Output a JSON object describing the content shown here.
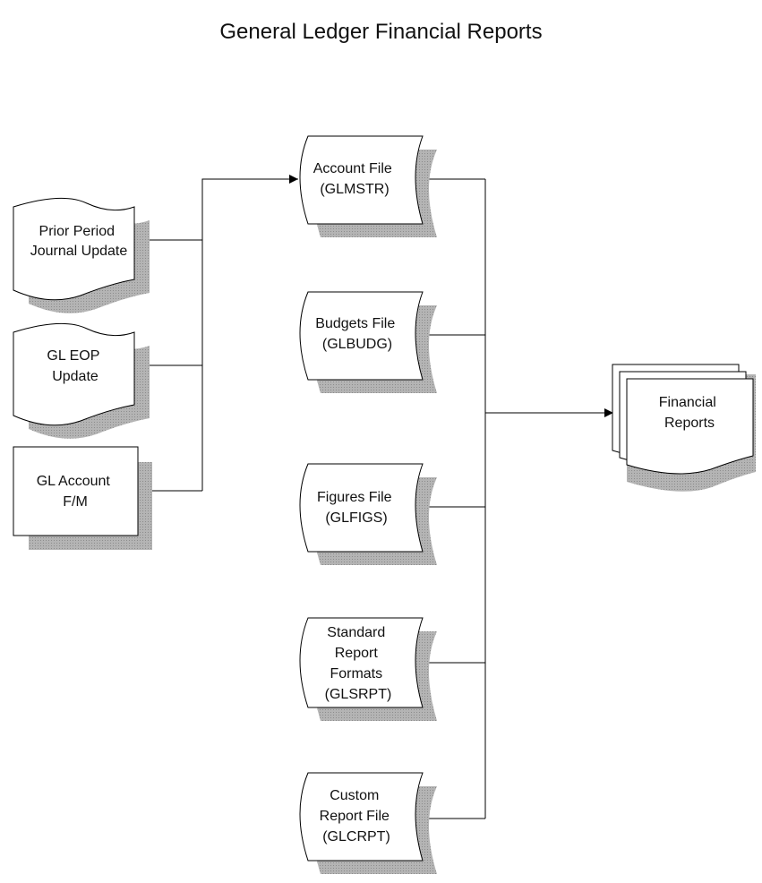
{
  "title": "General Ledger Financial Reports",
  "colors": {
    "stroke": "#000000",
    "shadow": "#a8a8a8",
    "fill": "#ffffff",
    "text": "#111111"
  },
  "nodes": {
    "prior_period": {
      "shape": "document",
      "lines": [
        "Prior Period",
        "Journal Update"
      ]
    },
    "gl_eop": {
      "shape": "document",
      "lines": [
        "GL EOP",
        "Update"
      ]
    },
    "gl_account_fm": {
      "shape": "process",
      "lines": [
        "GL Account",
        "F/M"
      ]
    },
    "account_file": {
      "shape": "stored-data",
      "lines": [
        "Account File",
        "(GLMSTR)"
      ]
    },
    "budgets_file": {
      "shape": "stored-data",
      "lines": [
        "Budgets File",
        "(GLBUDG)"
      ]
    },
    "figures_file": {
      "shape": "stored-data",
      "lines": [
        "Figures File",
        "(GLFIGS)"
      ]
    },
    "standard_report_formats": {
      "shape": "stored-data",
      "lines": [
        "Standard",
        "Report",
        "Formats",
        "(GLSRPT)"
      ]
    },
    "custom_report_file": {
      "shape": "stored-data",
      "lines": [
        "Custom",
        "Report File",
        "(GLCRPT)"
      ]
    },
    "financial_reports": {
      "shape": "multi-document",
      "lines": [
        "Financial",
        "Reports"
      ]
    }
  },
  "edges": [
    {
      "from": "prior_period",
      "to": "account_file"
    },
    {
      "from": "gl_eop",
      "to": "account_file"
    },
    {
      "from": "gl_account_fm",
      "to": "account_file"
    },
    {
      "from": "account_file",
      "to": "financial_reports"
    },
    {
      "from": "budgets_file",
      "to": "financial_reports"
    },
    {
      "from": "figures_file",
      "to": "financial_reports"
    },
    {
      "from": "standard_report_formats",
      "to": "financial_reports"
    },
    {
      "from": "custom_report_file",
      "to": "financial_reports"
    }
  ]
}
